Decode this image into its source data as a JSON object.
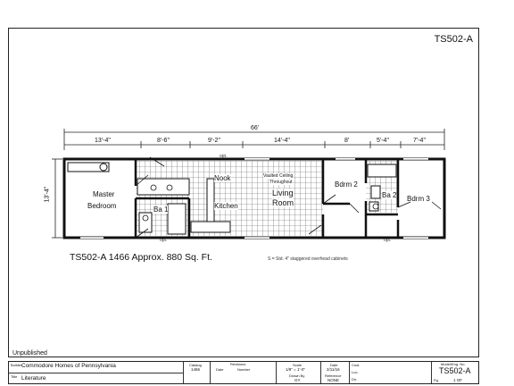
{
  "sheet": {
    "plan_id": "TS502-A",
    "overall_dim": "66'",
    "width_dim": "13'-4\"",
    "segment_dims": [
      "13'-4\"",
      "8'-6\"",
      "9'-2\"",
      "14'-4\"",
      "8'",
      "5'-4\"",
      "7'-4\""
    ],
    "rooms": {
      "master": "Master",
      "master2": "Bedroom",
      "ba1": "Ba 1",
      "nook": "Nook",
      "kitchen": "Kitchen",
      "vaulted1": "Vaulted Ceiling",
      "vaulted2": "Throughout",
      "living1": "Living",
      "living2": "Room",
      "bdrm2": "Bdrm 2",
      "ba2": "Ba 2",
      "bdrm3": "Bdrm 3"
    },
    "opt_labels": [
      "opt.",
      "opt.",
      "opt."
    ],
    "model_line": "TS502-A 1466  Approx. 880 Sq. Ft.",
    "note": "S = Std. 4\" staggered overhead cabinets",
    "status": "Unpublished"
  },
  "title_block": {
    "builder_label": "Builder",
    "builder": "Commodore Homes of Pennsylvania",
    "title_label": "Title",
    "title": "Literature",
    "catalog_label": "Catalog",
    "catalog": "1466",
    "revisions_label": "Revisions",
    "date_label": "Date",
    "number_label": "Number",
    "scale_label": "Scale",
    "scale": "1/8\" = 1'-0\"",
    "date2_label": "Date",
    "date2": "2/11/16",
    "drawn_label": "Drawn By",
    "drawn": "GY",
    "reference_label": "Reference",
    "reference": "NONE",
    "cust_label": "Cust.",
    "loc_label": "Loc.",
    "dir_label": "Dir.",
    "model_label": "Model/Eng. No.",
    "model": "TS502-A",
    "pg_label": "Pg.",
    "pg": "1 OF"
  }
}
